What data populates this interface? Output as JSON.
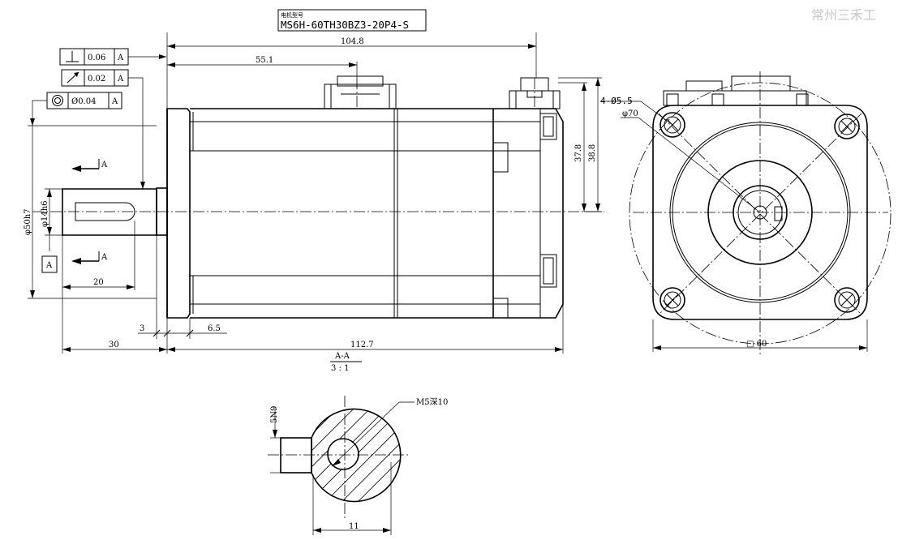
{
  "title_block": {
    "small_label": "电机型号",
    "model": "MS6H-60TH30BZ3-20P4-S"
  },
  "watermark": "常州三禾工",
  "tolerances": [
    {
      "symbol": "perpendicularity-icon",
      "value": "0.06",
      "datum": "A"
    },
    {
      "symbol": "runout-icon",
      "value": "0.02",
      "datum": "A"
    },
    {
      "symbol": "concentricity-icon",
      "value": "Ø0.04",
      "datum": "A"
    }
  ],
  "dimensions": {
    "overall_top": "104.8",
    "to_connector": "55.1",
    "height_a": "37.8",
    "height_b": "38.8",
    "pilot_dia": "φ50h7",
    "shaft_dia": "φ14h6",
    "key_len": "20",
    "flange_gap": "3",
    "flange_thk": "6.5",
    "shaft_len": "30",
    "body_len": "112.7",
    "hole": "4-Ø5.5",
    "bolt_circle": "φ70",
    "square": "□ 60",
    "key_width": "5N9",
    "key_depth": "11",
    "tapped_hole": "M5深10"
  },
  "section": {
    "label": "A",
    "name": "A-A",
    "scale": "3 : 1"
  },
  "datum_box": "A"
}
